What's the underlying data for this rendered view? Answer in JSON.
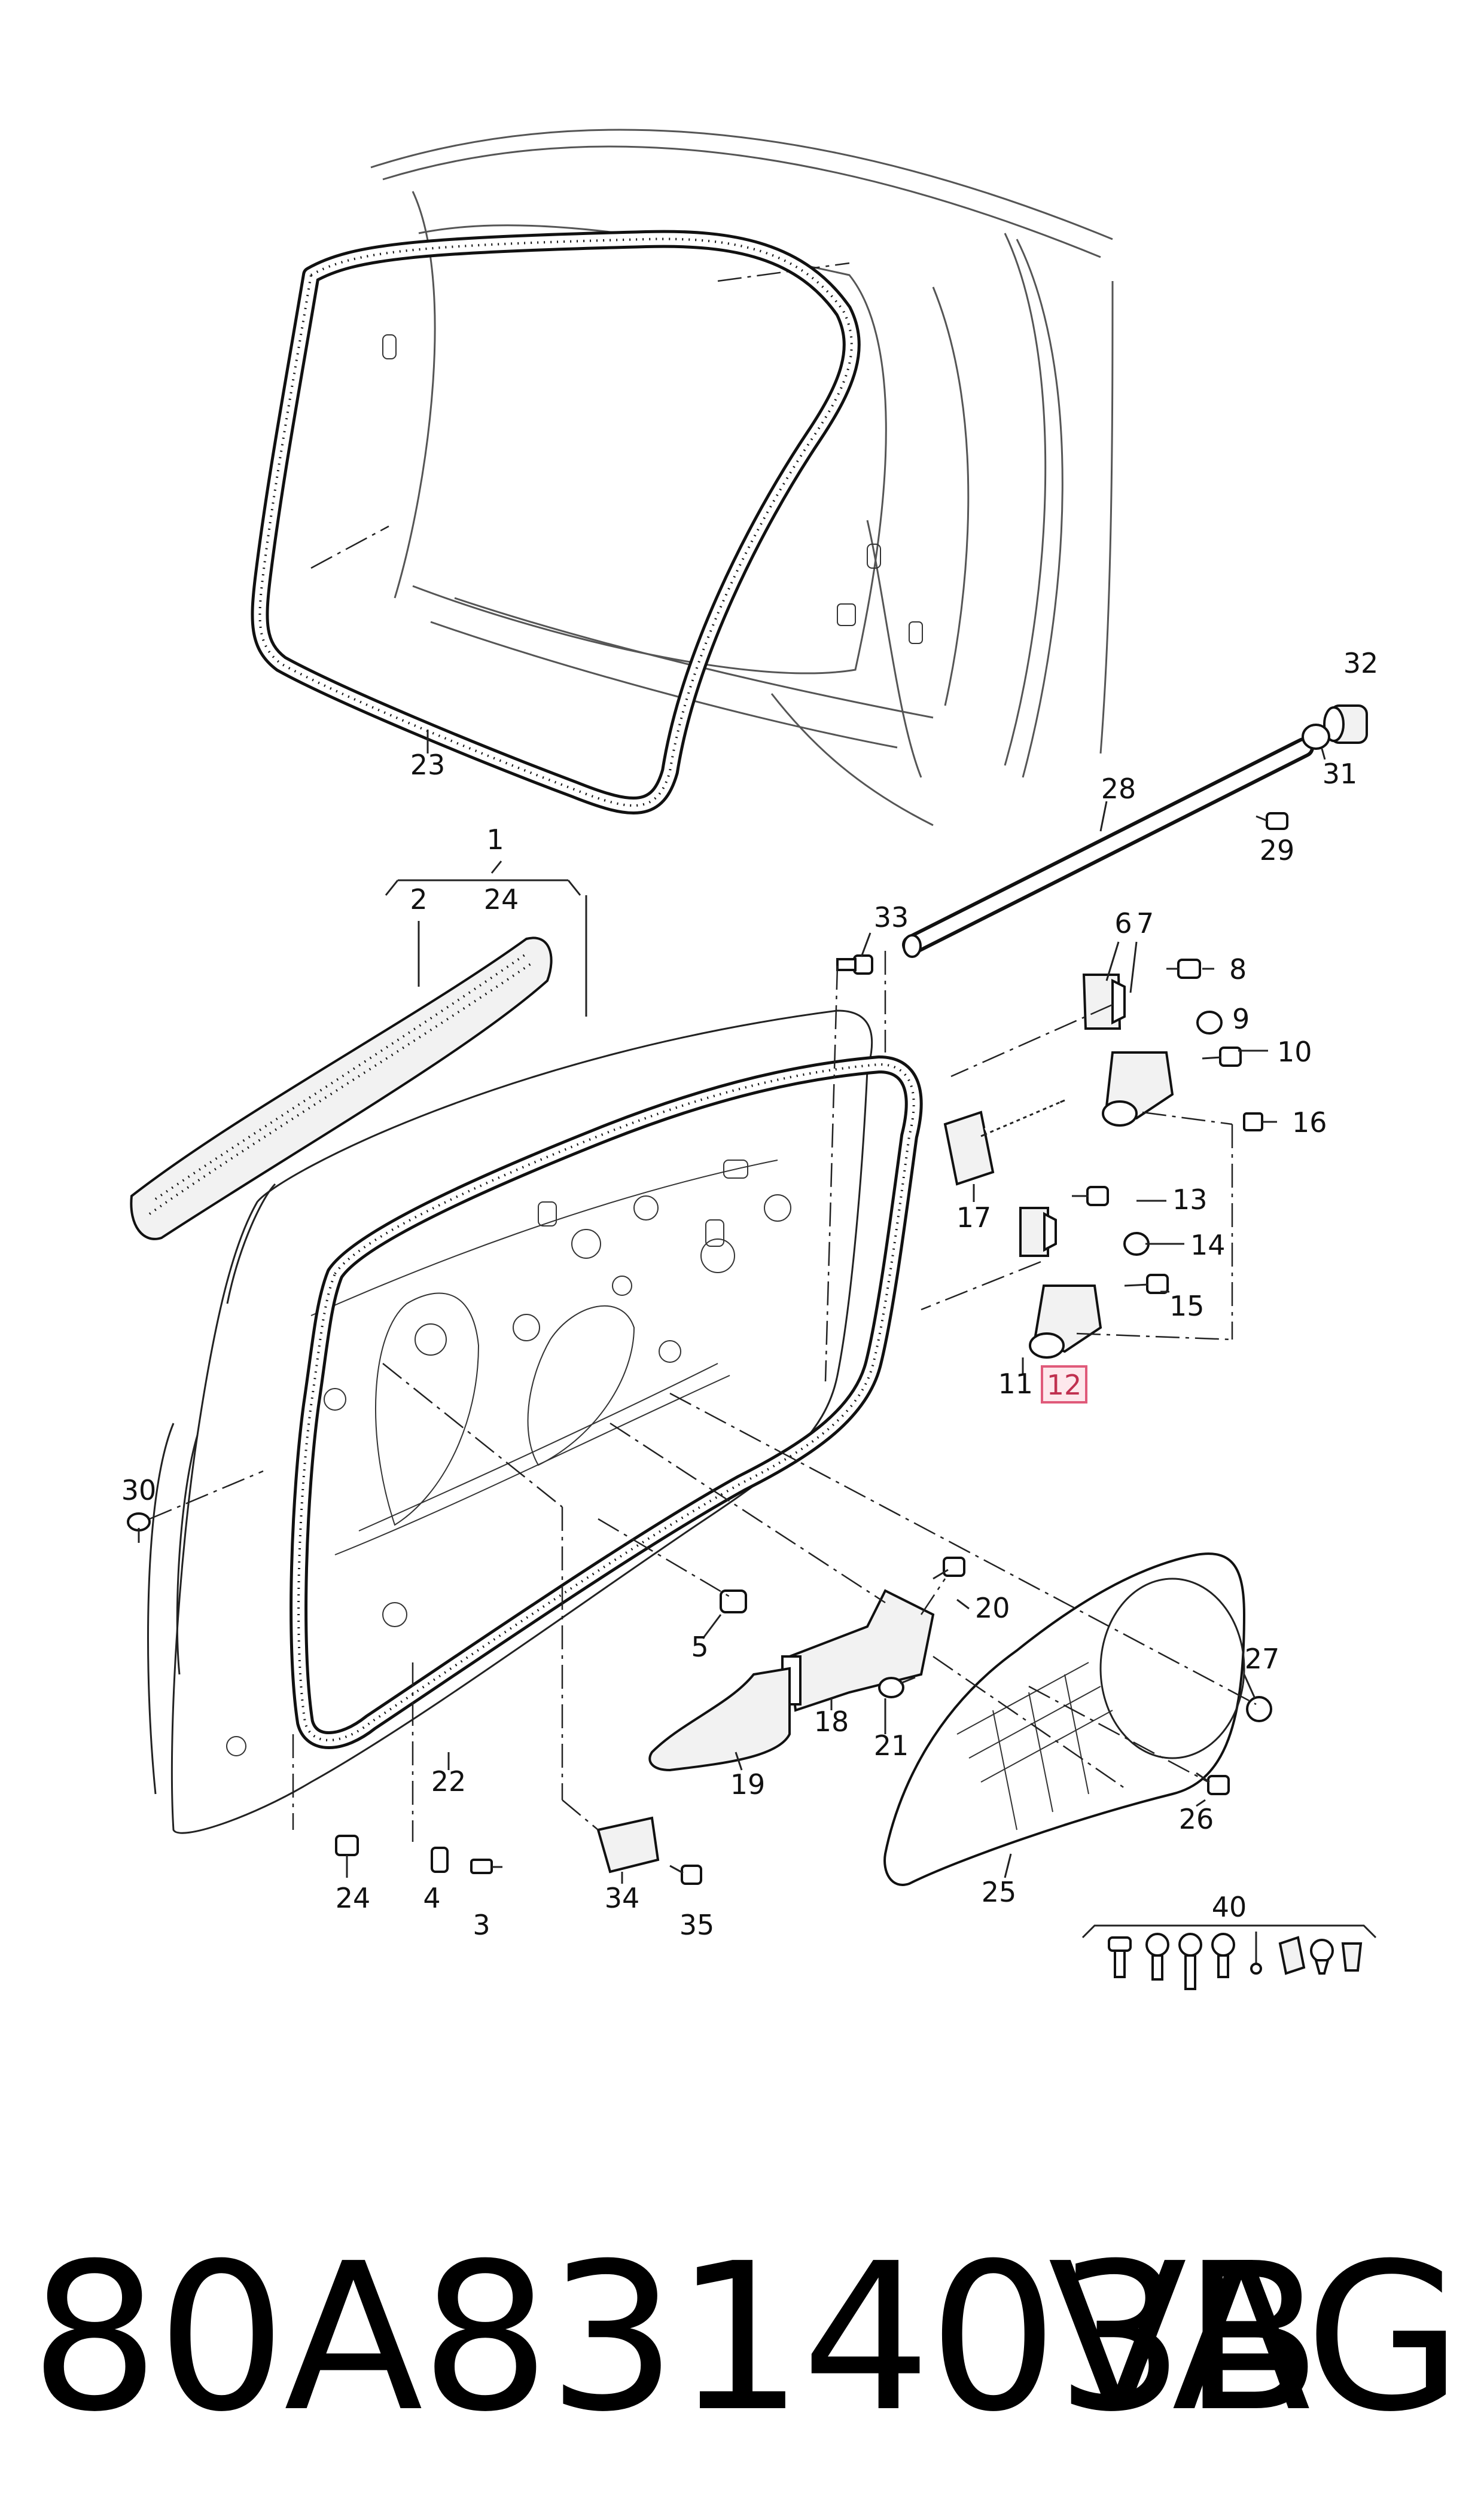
{
  "diagram": {
    "callouts": [
      "1",
      "2",
      "24",
      "23",
      "33",
      "6",
      "7",
      "8",
      "9",
      "10",
      "16",
      "32",
      "28",
      "31",
      "29",
      "17",
      "13",
      "14",
      "15",
      "11",
      "12",
      "30",
      "5",
      "20",
      "27",
      "18",
      "21",
      "19",
      "26",
      "22",
      "24",
      "4",
      "3",
      "34",
      "35",
      "25",
      "40"
    ],
    "highlighted_callout": "12",
    "highlight_color": "#e05a7a"
  },
  "footer": {
    "part_number": "80A831403B",
    "brand": "VAG"
  }
}
